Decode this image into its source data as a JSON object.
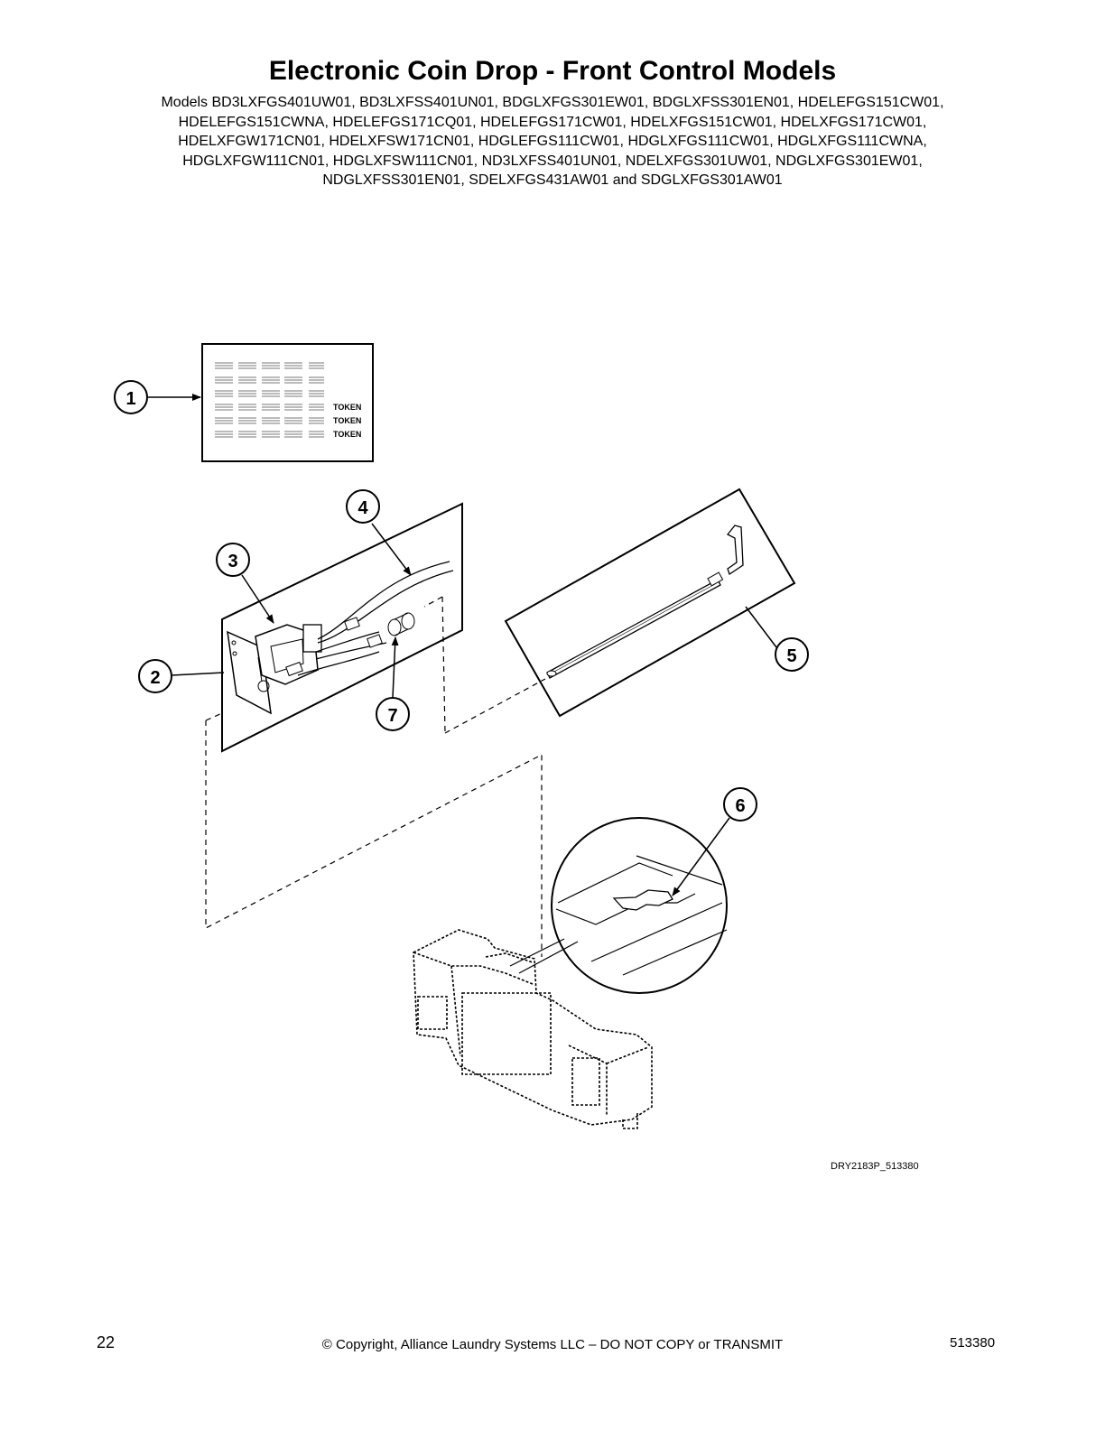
{
  "page": {
    "title": "Electronic Coin Drop - Front Control Models",
    "models_lines": [
      "Models BD3LXFGS401UW01, BD3LXFSS401UN01, BDGLXFGS301EW01, BDGLXFSS301EN01, HDELEFGS151CW01,",
      "HDELEFGS151CWNA, HDELEFGS171CQ01, HDELEFGS171CW01, HDELXFGS151CW01, HDELXFGS171CW01,",
      "HDELXFGW171CN01, HDELXFSW171CN01, HDGLEFGS111CW01, HDGLXFGS111CW01, HDGLXFGS111CWNA,",
      "HDGLXFGW111CN01, HDGLXFSW111CN01, ND3LXFSS401UN01, NDELXFGS301UW01, NDGLXFGS301EW01,",
      "NDGLXFSS301EN01, SDELXFGS431AW01 and SDGLXFGS301AW01"
    ]
  },
  "diagram": {
    "callouts": [
      "1",
      "2",
      "3",
      "4",
      "5",
      "6",
      "7"
    ],
    "label_lines": [
      "TOKEN",
      "TOKEN",
      "TOKEN"
    ],
    "reference": "DRY2183P_513380"
  },
  "footer": {
    "page_number": "22",
    "copyright": "© Copyright, Alliance Laundry Systems LLC – DO NOT COPY or TRANSMIT",
    "doc_number": "513380"
  }
}
